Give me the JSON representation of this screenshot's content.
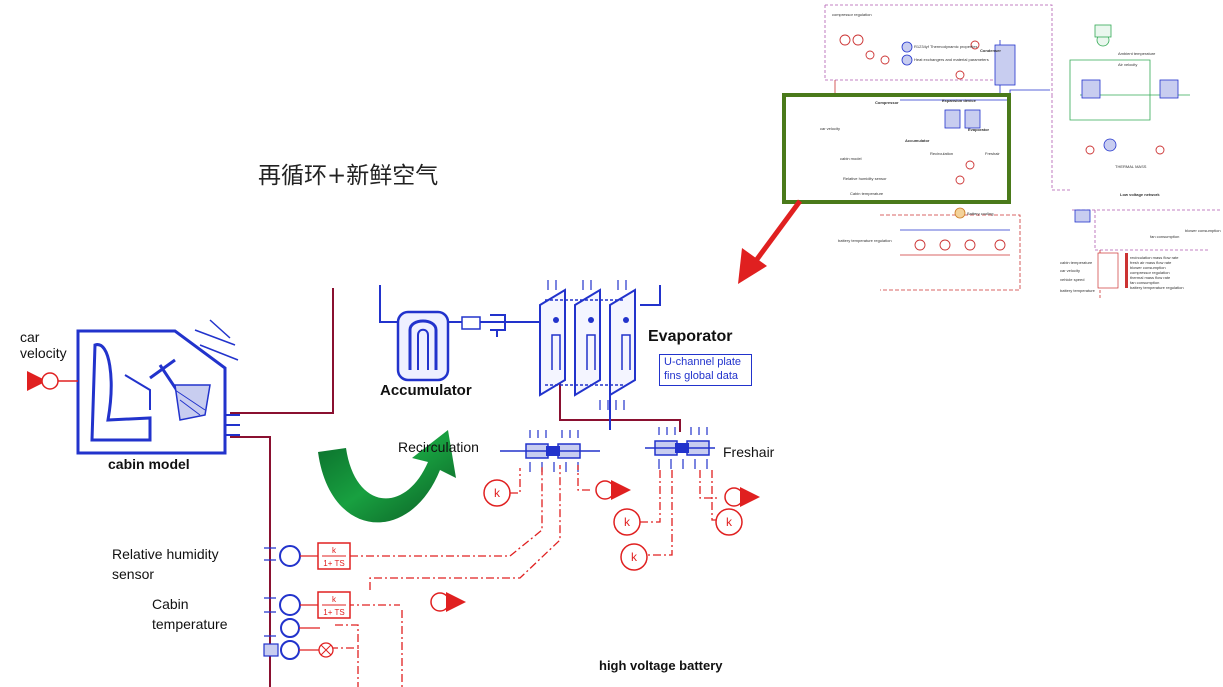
{
  "title": "再循环+新鲜空气",
  "labels": {
    "accumulator": "Accumulator",
    "evaporator": "Evaporator",
    "evaporator_note": [
      "U-channel plate",
      "fins global data"
    ],
    "cabin_model": "cabin model",
    "car_velocity": "car velocity",
    "recirculation": "Recirculation",
    "fresh_air": "Freshair",
    "relative_humidity_sensor": "Relative humidity sensor",
    "cabin_temperature": "Cabin temperature",
    "high_voltage_battery": "high voltage battery",
    "gain_symbol": "k",
    "transfer_function_numerator": "k",
    "transfer_function_denominator": "1+ TS"
  },
  "overview": {
    "texts": {
      "compressor_regulation": "compressor regulation",
      "r1234yf": "R1234yf Thermodynamic properties",
      "heat_exchanger": "Heat exchangers and material parameters",
      "condenser": "Condenser",
      "compressor": "Compressor",
      "expansion_device": "Expansion device",
      "accumulator": "Accumulator",
      "evaporator": "Evaporator",
      "recirculation": "Recirculation",
      "fresh_air": "Freshair",
      "cabin_model": "cabin model",
      "car_velocity": "car velocity",
      "relative_humidity": "Relative humidity sensor",
      "cabin_temperature": "Cabin temperature",
      "battery_cooling": "Battery cooling",
      "battery_temperature_regulation": "battery temperature regulation",
      "ambient_temperature": "Ambient temperature",
      "air_velocity": "Air velocity",
      "low_voltage_network": "Low voltage network",
      "fan_consumption": "fan consumption",
      "blower_consumption": "blower consumption",
      "thermal_mass": "THERMAL MASS",
      "vehicle_speed": "vehicle speed",
      "outputs": [
        "recirculation mass flow rate",
        "fresh air mass flow rate",
        "blower consumption",
        "compressor regulation",
        "thermal mass flow rate",
        "fan consumption",
        "battery temperature regulation"
      ],
      "inputs": [
        "cabin temperature",
        "car velocity",
        "vehicle speed",
        "battery temperature"
      ]
    }
  },
  "colors": {
    "signal_red": "#e02020",
    "component_blue": "#2233cc",
    "wire_maroon": "#8a1030",
    "highlight_green": "#4a7a1a",
    "arrow_green": "#1a8a3a"
  }
}
